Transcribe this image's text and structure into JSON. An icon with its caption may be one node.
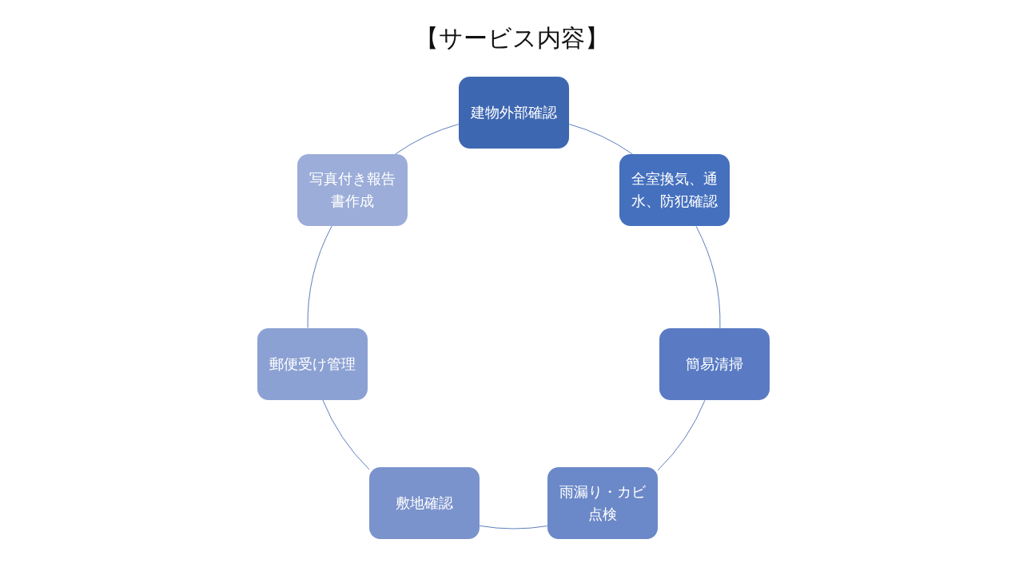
{
  "diagram": {
    "title": "【サービス内容】",
    "nodes": [
      {
        "text": [
          "建物外部確認"
        ]
      },
      {
        "text": [
          "全室換気、通水、防犯確認"
        ]
      },
      {
        "text": [
          "簡易清掃"
        ]
      },
      {
        "text": [
          "雨漏り・カビ点検"
        ]
      },
      {
        "text": [
          "敷地確認"
        ]
      },
      {
        "text": [
          "郵便受け管理"
        ]
      },
      {
        "text": [
          "写真付き報告書作成"
        ]
      }
    ],
    "edges": [
      {
        "from": 0,
        "to": 1,
        "arrow": "none"
      },
      {
        "from": 1,
        "to": 2,
        "arrow": "none"
      },
      {
        "from": 2,
        "to": 3,
        "arrow": "none"
      },
      {
        "from": 3,
        "to": 4,
        "arrow": "none"
      },
      {
        "from": 4,
        "to": 5,
        "arrow": "none"
      },
      {
        "from": 5,
        "to": 6,
        "arrow": "none"
      },
      {
        "from": 6,
        "to": 0,
        "arrow": "none"
      }
    ]
  }
}
